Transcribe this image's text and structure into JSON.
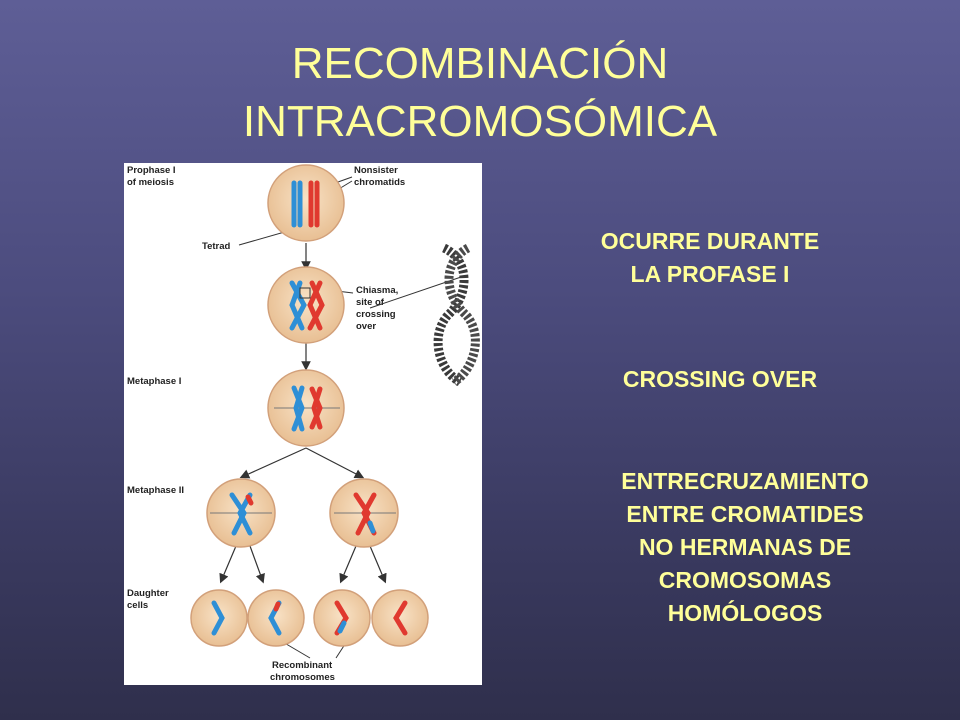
{
  "title": {
    "line1": "RECOMBINACIÓN",
    "line2": "INTRACROMOSÓMICA"
  },
  "bullets": [
    {
      "lines": [
        "OCURRE DURANTE",
        "LA PROFASE I"
      ]
    },
    {
      "lines": [
        "CROSSING OVER"
      ]
    },
    {
      "lines": [
        "ENTRECRUZAMIENTO",
        "ENTRE CROMATIDES",
        "NO HERMANAS DE",
        "CROMOSOMAS",
        "HOMÓLOGOS"
      ]
    }
  ],
  "figure": {
    "labels": {
      "prophase_1": "Prophase I",
      "prophase_2": "of meiosis",
      "nonsister_1": "Nonsister",
      "nonsister_2": "chromatids",
      "tetrad": "Tetrad",
      "chiasma_1": "Chiasma,",
      "chiasma_2": "site of",
      "chiasma_3": "crossing",
      "chiasma_4": "over",
      "metaphase_1": "Metaphase I",
      "metaphase_2": "Metaphase II",
      "daughter_1": "Daughter",
      "daughter_2": "cells",
      "recombinant_1": "Recombinant",
      "recombinant_2": "chromosomes"
    },
    "colors": {
      "cell_fill": "#f3d6b4",
      "cell_edge": "#d6a77c",
      "maternal": "#2e8fd6",
      "paternal": "#e0392f"
    }
  }
}
